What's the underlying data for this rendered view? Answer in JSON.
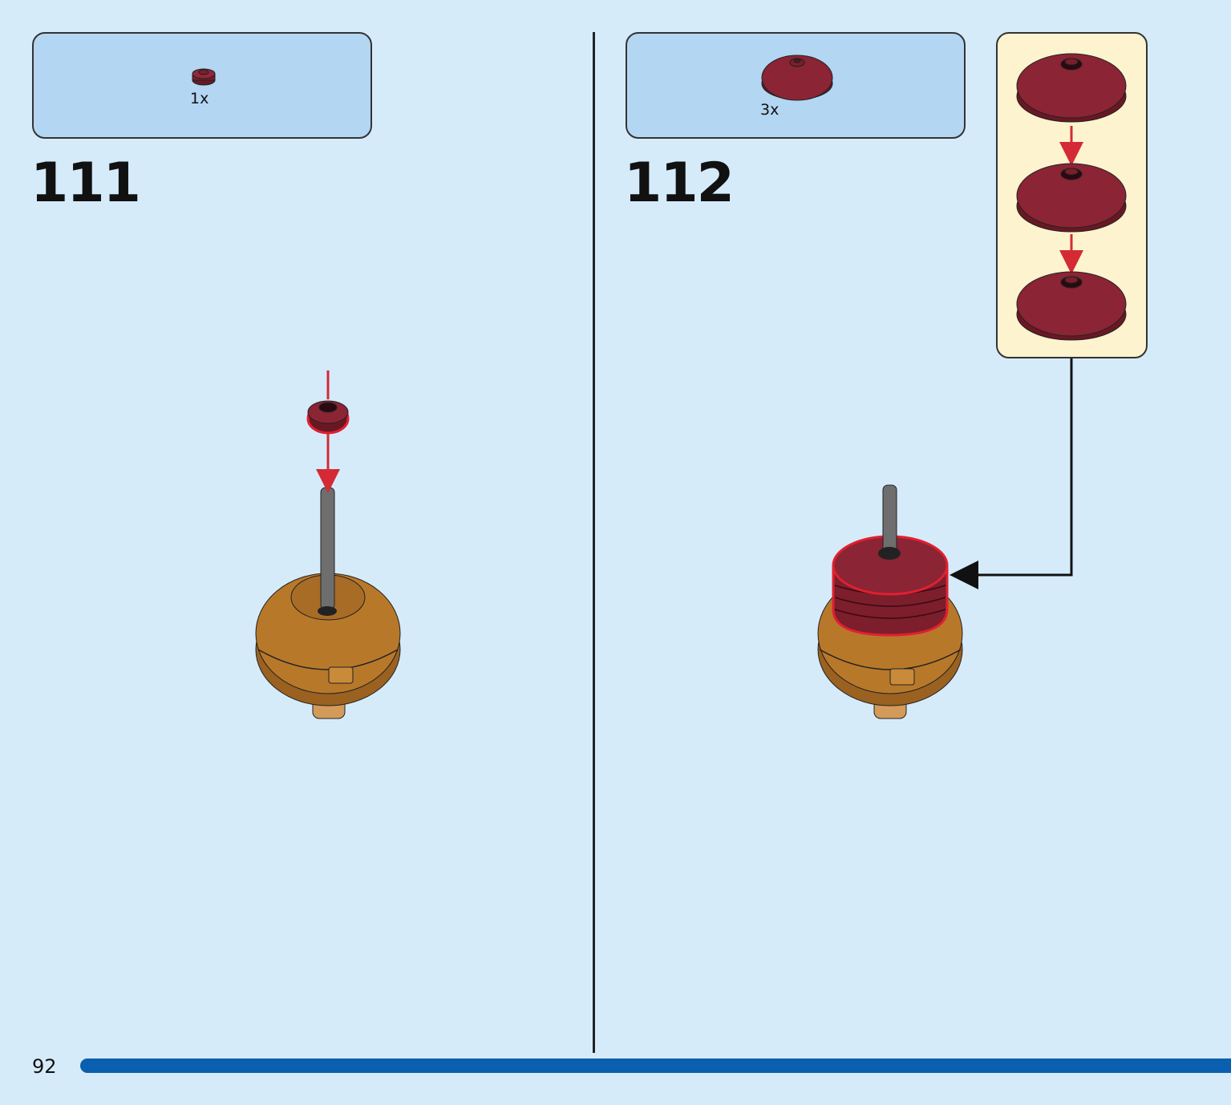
{
  "page_number": "92",
  "steps": [
    {
      "number": "111",
      "parts": [
        {
          "quantity": "1x",
          "part": "round-plate-1x1-dark-red"
        }
      ]
    },
    {
      "number": "112",
      "parts": [
        {
          "quantity": "3x",
          "part": "radar-dish-2x2-dark-red"
        }
      ]
    }
  ],
  "colors": {
    "background": "#d6ebfa",
    "parts_box": "#b3d6f3",
    "callout": "#fdf3cf",
    "dark_red": "#7d1e2c",
    "arrow_red": "#d42a35",
    "body_orange": "#b8782a",
    "progress_bar": "#0a5fae"
  }
}
